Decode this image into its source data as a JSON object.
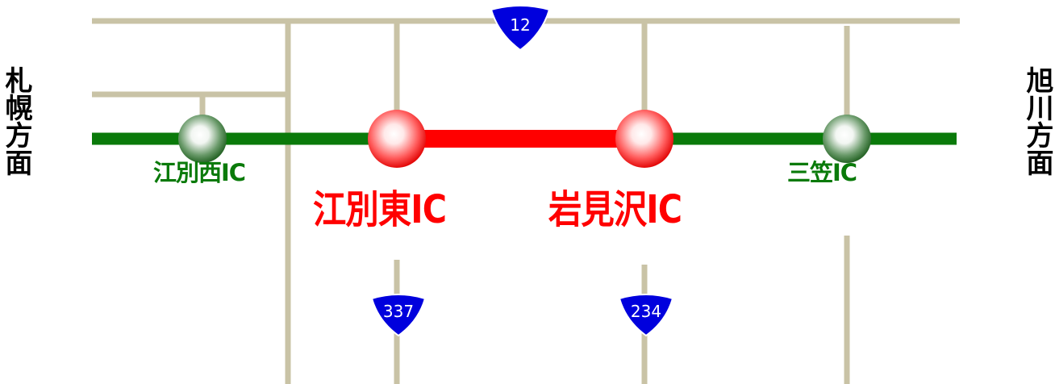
{
  "directions": {
    "west": "札幌方面",
    "east": "旭川方面"
  },
  "interchanges": [
    {
      "name": "江別西IC",
      "highlight": false
    },
    {
      "name": "江別東IC",
      "highlight": true
    },
    {
      "name": "岩見沢IC",
      "highlight": true
    },
    {
      "name": "三笠IC",
      "highlight": false
    }
  ],
  "routes": [
    {
      "number": "12"
    },
    {
      "number": "337"
    },
    {
      "number": "234"
    }
  ],
  "colors": {
    "expressway": "#0a7a0a",
    "highlighted_section": "#ff0000",
    "local_road": "#c9c3a6",
    "ic_label_normal": "#0a7a0a",
    "ic_label_highlight": "#ff0000",
    "route_shield": "#0000dd",
    "direction_text": "#000000"
  }
}
